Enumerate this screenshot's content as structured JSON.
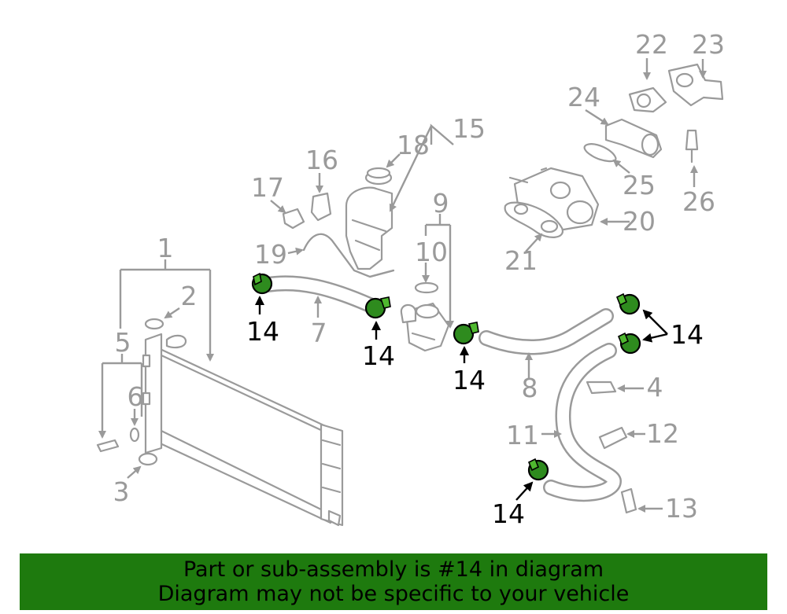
{
  "diagram": {
    "callouts": [
      "1",
      "2",
      "3",
      "4",
      "5",
      "6",
      "7",
      "8",
      "9",
      "10",
      "11",
      "12",
      "13",
      "15",
      "16",
      "17",
      "18",
      "19",
      "20",
      "21",
      "22",
      "23",
      "24",
      "25",
      "26"
    ],
    "highlight_label": "14",
    "highlight_color": "#2e8b1e"
  },
  "banner": {
    "line1": "Part or sub-assembly is #14 in diagram",
    "line2": "Diagram may not be specific to your vehicle",
    "background": "#1e7a0e"
  }
}
